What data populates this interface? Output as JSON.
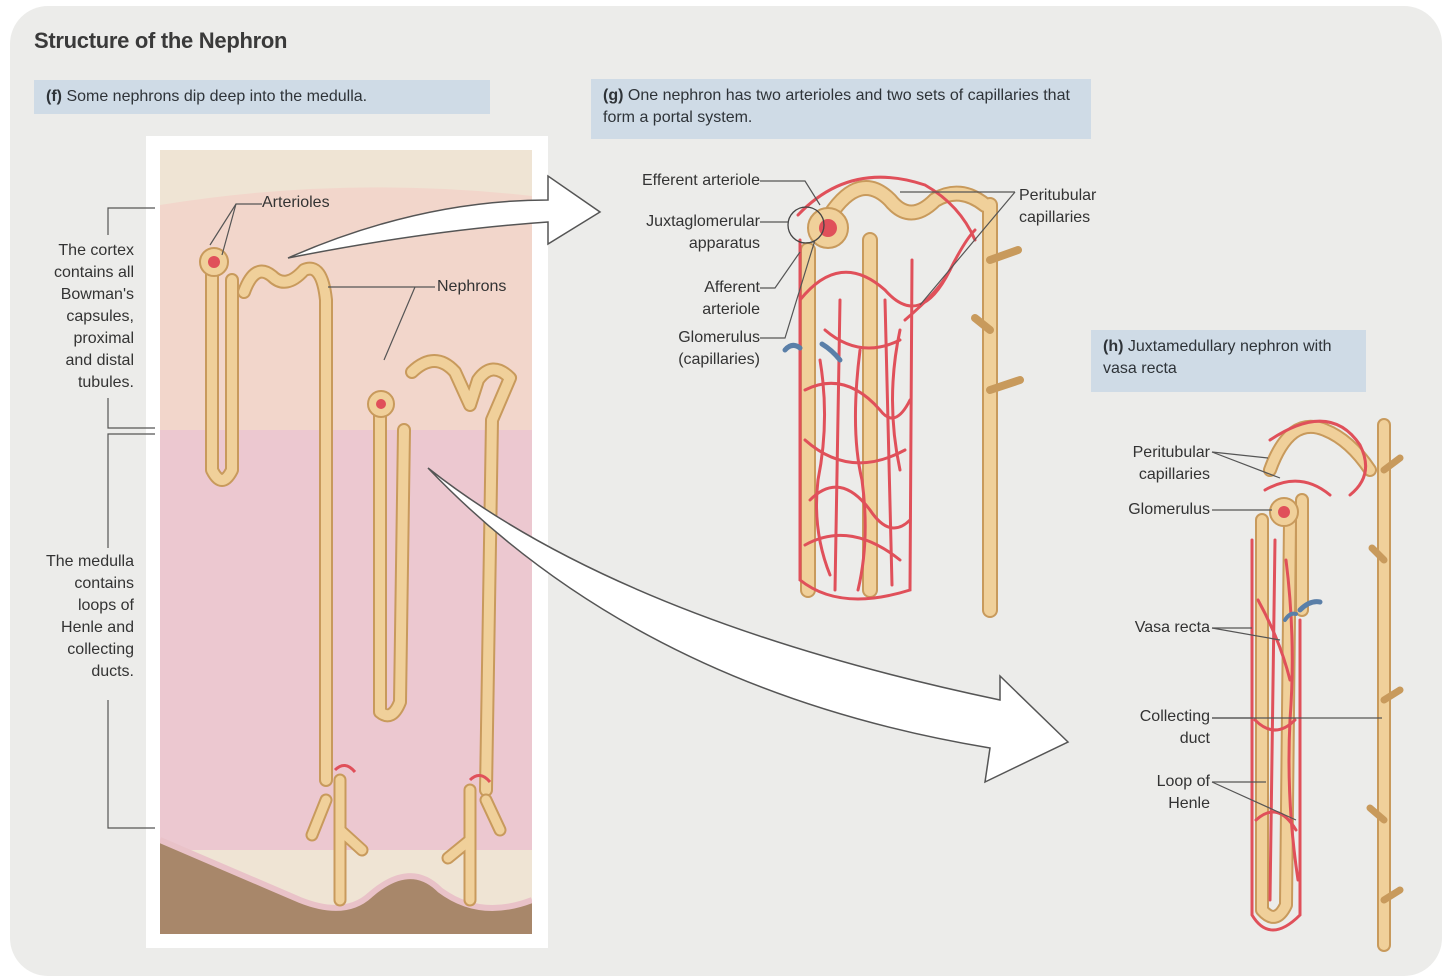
{
  "title": "Structure of the Nephron",
  "panels": {
    "f": {
      "letter": "(f)",
      "text": "Some nephrons dip deep into the medulla."
    },
    "g": {
      "letter": "(g)",
      "text": "One nephron has two arterioles and two sets of capillaries that form a portal system."
    },
    "h": {
      "letter": "(h)",
      "text": "Juxtamedullary nephron with vasa recta"
    }
  },
  "labels": {
    "arterioles": "Arterioles",
    "nephrons": "Nephrons",
    "cortex": "The cortex\ncontains all\nBowman's\ncapsules,\nproximal\nand distal\ntubules.",
    "medulla": "The medulla\ncontains\nloops of\nHenle and\ncollecting\nducts.",
    "efferent": "Efferent arteriole",
    "juxta": "Juxtaglomerular\napparatus",
    "afferent": "Afferent\narteriole",
    "glomerulus_g": "Glomerulus\n(capillaries)",
    "peritubular_g": "Peritubular\ncapillaries",
    "peritubular_h": "Peritubular\ncapillaries",
    "glomerulus_h": "Glomerulus",
    "vasa_recta": "Vasa recta",
    "collecting": "Collecting\nduct",
    "loop": "Loop of\nHenle"
  },
  "colors": {
    "panel_bg": "#ececea",
    "caption_bg": "#cfdbe6",
    "cortex": "#f2d6cb",
    "medulla": "#ecc8d0",
    "tubule": "#f0d09a",
    "tubule_edge": "#c89a5c",
    "capillary": "#e0505a",
    "pelvis": "#a8876a"
  }
}
